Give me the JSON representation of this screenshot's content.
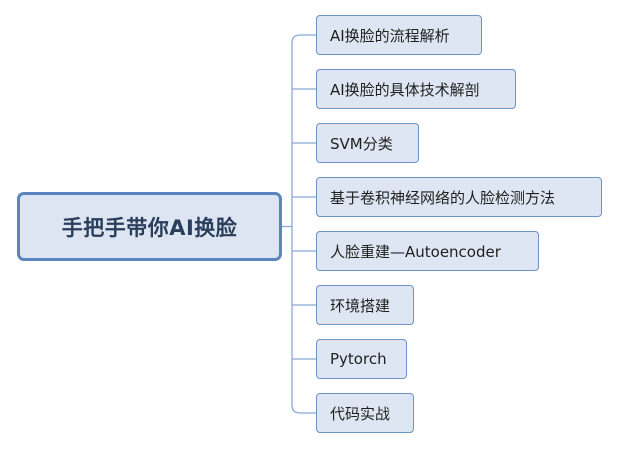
{
  "colors": {
    "root_fill": "#dce5f1",
    "root_border": "#5b85bf",
    "node_fill": "#dde6f2",
    "node_border": "#6f93c6",
    "connector": "#8aa8d4"
  },
  "root": {
    "label": "手把手带你AI换脸"
  },
  "branches": [
    {
      "label": "AI换脸的流程解析"
    },
    {
      "label": "AI换脸的具体技术解剖"
    },
    {
      "label": "SVM分类"
    },
    {
      "label": "基于卷积神经网络的人脸检测方法"
    },
    {
      "label": "人脸重建—Autoencoder"
    },
    {
      "label": "环境搭建"
    },
    {
      "label": "Pytorch"
    },
    {
      "label": "代码实战"
    }
  ]
}
